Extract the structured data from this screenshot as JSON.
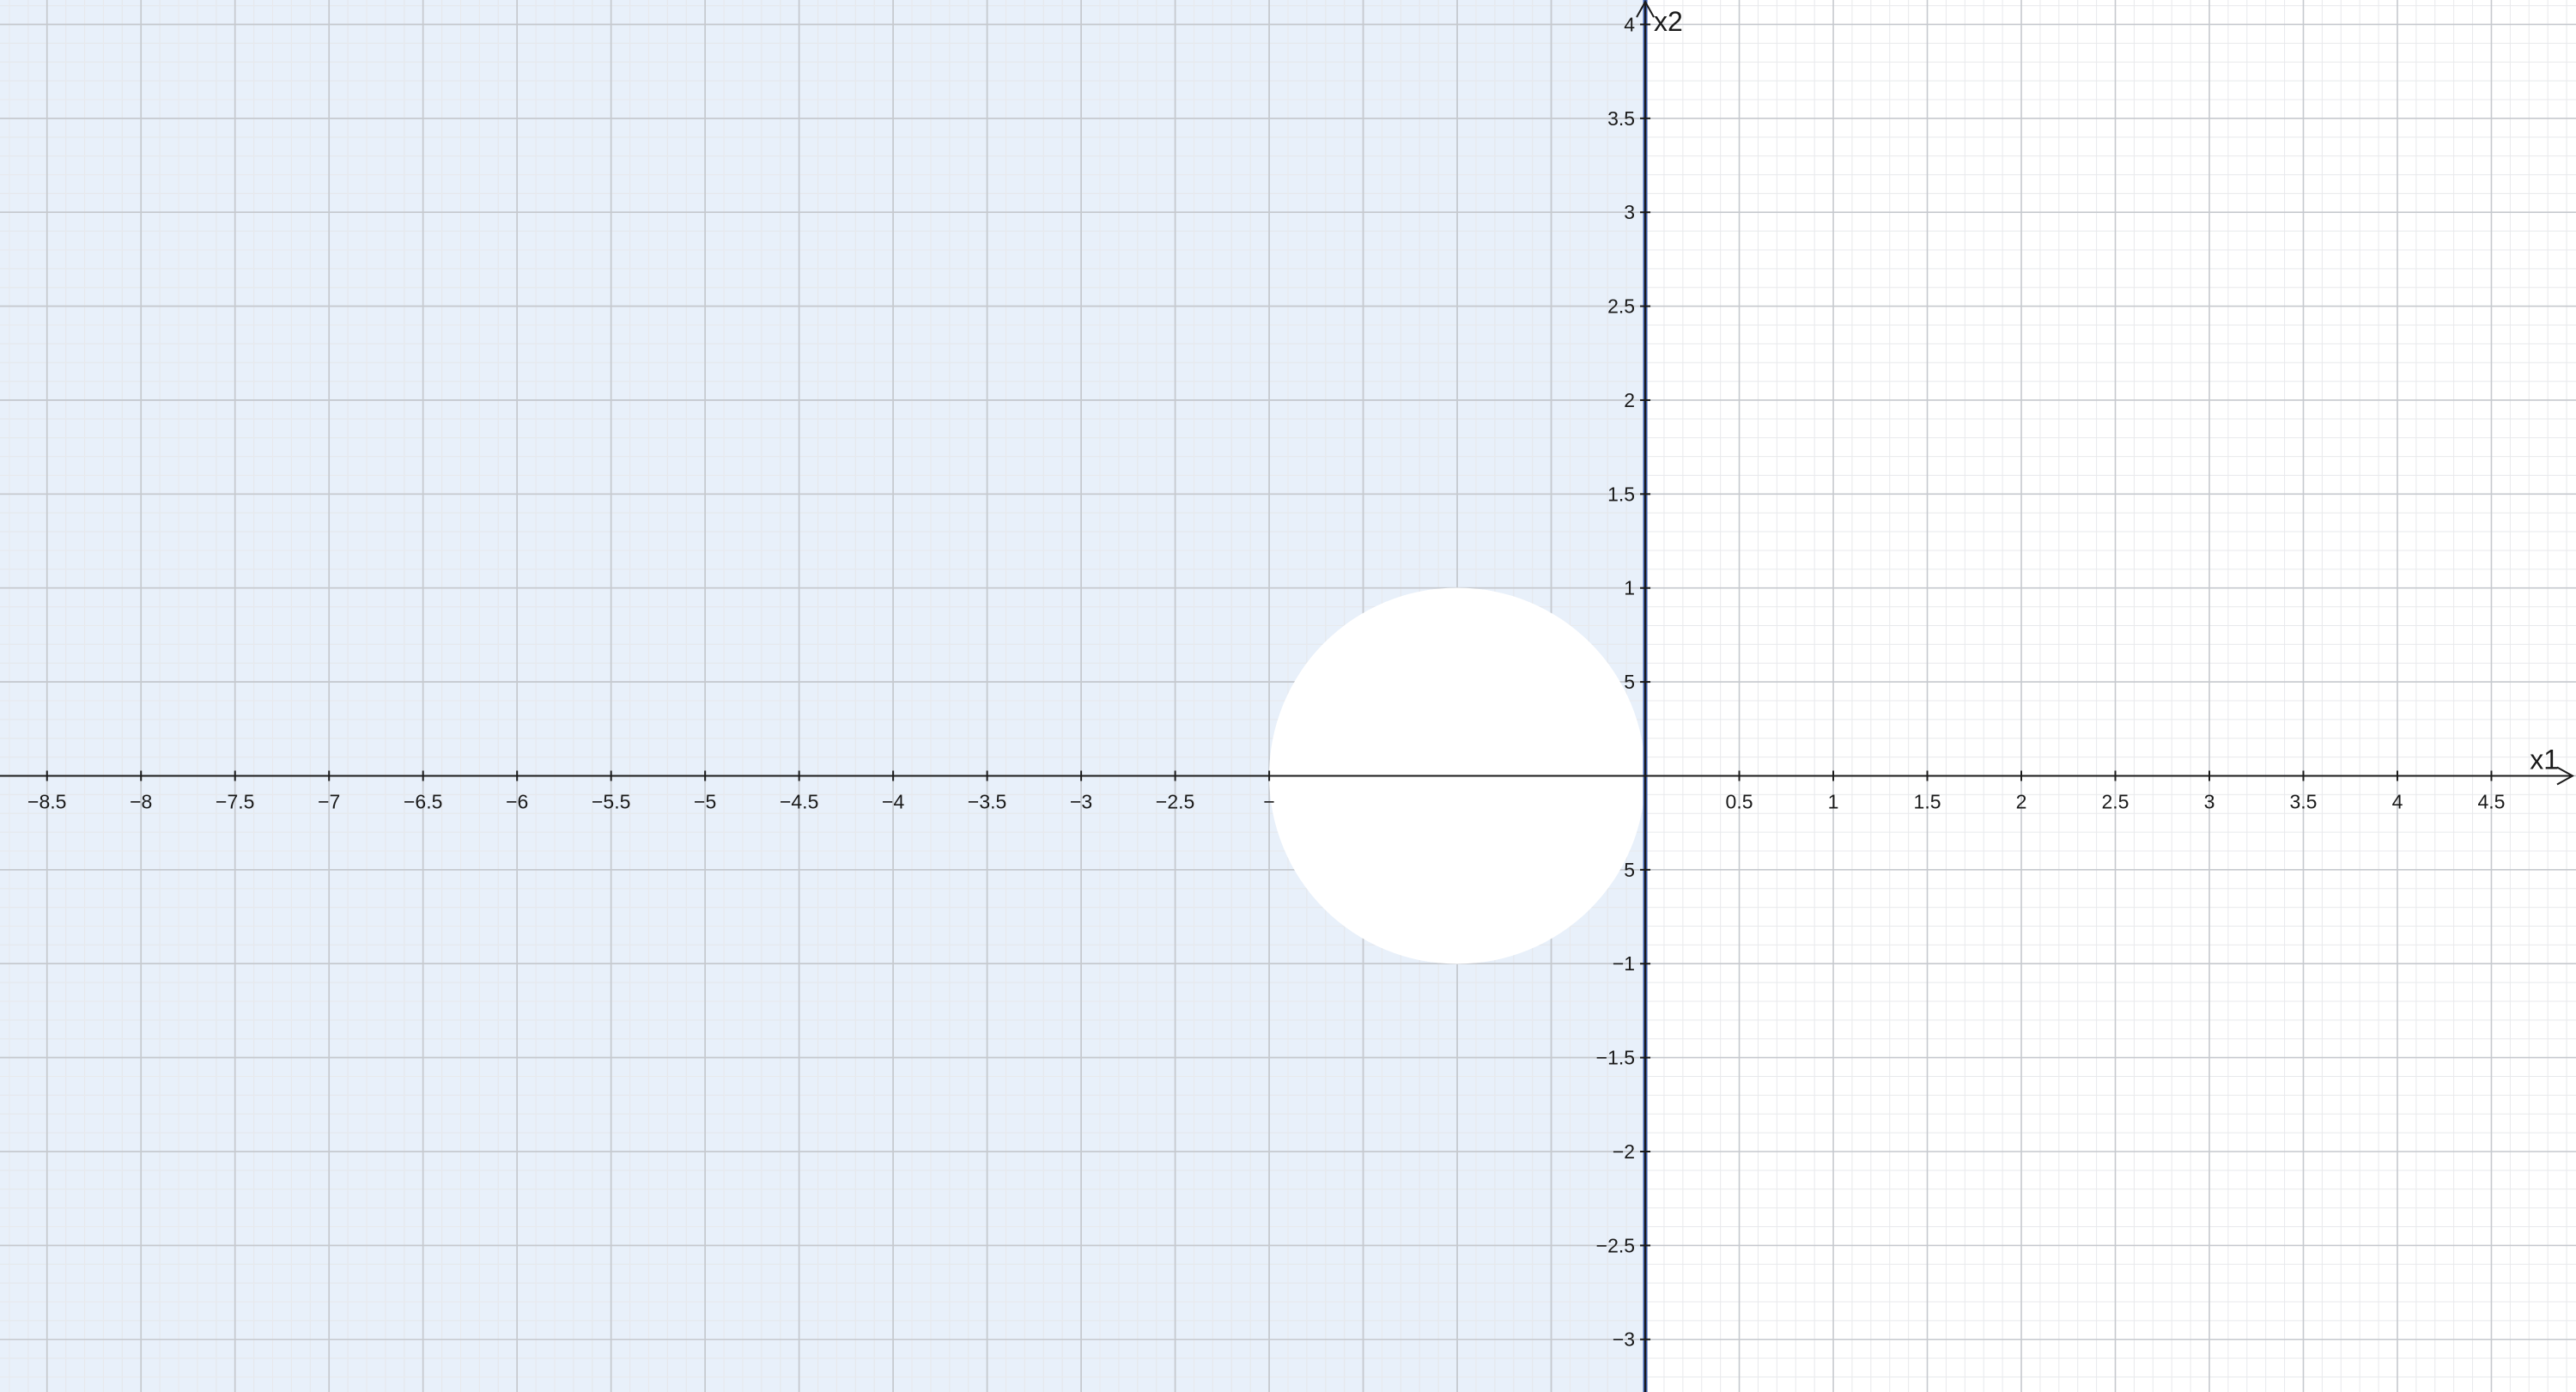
{
  "chart_data": {
    "type": "region",
    "xlabel": "x1",
    "ylabel": "x2",
    "xlim": [
      -8.75,
      4.95
    ],
    "ylim": [
      -3.28,
      4.13
    ],
    "grid": true,
    "x_ticks": [
      {
        "value": -8.5,
        "label": "−8.5"
      },
      {
        "value": -8,
        "label": "−8"
      },
      {
        "value": -7.5,
        "label": "−7.5"
      },
      {
        "value": -7,
        "label": "−7"
      },
      {
        "value": -6.5,
        "label": "−6.5"
      },
      {
        "value": -6,
        "label": "−6"
      },
      {
        "value": -5.5,
        "label": "−5.5"
      },
      {
        "value": -5,
        "label": "−5"
      },
      {
        "value": -4.5,
        "label": "−4.5"
      },
      {
        "value": -4,
        "label": "−4"
      },
      {
        "value": -3.5,
        "label": "−3.5"
      },
      {
        "value": -3,
        "label": "−3"
      },
      {
        "value": -2.5,
        "label": "−2.5"
      },
      {
        "value": -2,
        "label": "−"
      },
      {
        "value": 0.5,
        "label": "0.5"
      },
      {
        "value": 1,
        "label": "1"
      },
      {
        "value": 1.5,
        "label": "1.5"
      },
      {
        "value": 2,
        "label": "2"
      },
      {
        "value": 2.5,
        "label": "2.5"
      },
      {
        "value": 3,
        "label": "3"
      },
      {
        "value": 3.5,
        "label": "3.5"
      },
      {
        "value": 4,
        "label": "4"
      },
      {
        "value": 4.5,
        "label": "4.5"
      }
    ],
    "y_ticks": [
      {
        "value": 4,
        "label": "4"
      },
      {
        "value": 3.5,
        "label": "3.5"
      },
      {
        "value": 3,
        "label": "3"
      },
      {
        "value": 2.5,
        "label": "2.5"
      },
      {
        "value": 2,
        "label": "2"
      },
      {
        "value": 1.5,
        "label": "1.5"
      },
      {
        "value": 1,
        "label": "1"
      },
      {
        "value": 0.5,
        "label": "5"
      },
      {
        "value": -0.5,
        "label": "5"
      },
      {
        "value": -1,
        "label": "−1"
      },
      {
        "value": -1.5,
        "label": "−1.5"
      },
      {
        "value": -2,
        "label": "−2"
      },
      {
        "value": -2.5,
        "label": "−2.5"
      },
      {
        "value": -3,
        "label": "−3"
      }
    ],
    "shaded_region": {
      "condition": "x1 <= 0 and (x1 + 1)^2 + x2^2 >= 1",
      "x_max": 0,
      "excluded_disk": {
        "center": [
          -1,
          0
        ],
        "radius": 1
      },
      "fill_color": "#e8f0fa"
    },
    "boundary_line": {
      "x": 0,
      "color": "#3a5ba7"
    },
    "colors": {
      "axis": "#1a1a1a",
      "major_grid": "#c6c9ce",
      "minor_grid": "#e8e9ec",
      "shaded_major_grid": "#bfc9d6",
      "shaded_minor_grid": "#d9e3ef"
    }
  }
}
